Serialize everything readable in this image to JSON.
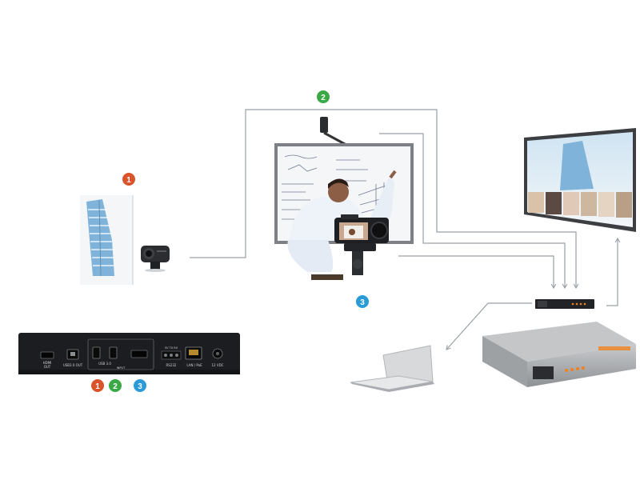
{
  "colors": {
    "badge_1": "#d9542b",
    "badge_2": "#3aa845",
    "badge_3": "#2a9bd6",
    "connector": "#9aa0a6",
    "brand_orange": "#f0821e"
  },
  "badges": {
    "b1": "1",
    "b2": "2",
    "b3": "3"
  },
  "rear_panel": {
    "hdmi_label": "HDMI",
    "out_label": "OUT",
    "usb_out_label": "USB3.0 OUT",
    "usb_in_label": "USB 3.0",
    "input_label": "INPUT",
    "rs232_label": "RS232",
    "lan_label": "LAN / PoE",
    "dc_label": "12 VDC",
    "rs_pins": "5V  TX  RX"
  },
  "devices": {
    "icons": [
      "building-icon",
      "webcam-icon",
      "whiteboard-icon",
      "ceiling-camera-icon",
      "dslr-camera-icon",
      "display-icon",
      "switcher-icon",
      "laptop-icon",
      "capture-box-icon"
    ]
  }
}
